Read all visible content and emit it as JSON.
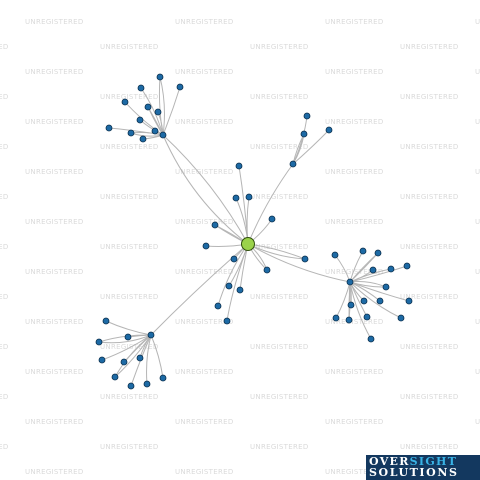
{
  "watermark": {
    "text": "UNREGISTERED"
  },
  "logo": {
    "line1_a": "OVER",
    "line1_b": "SIGHT",
    "line2": "SOLUTIONS"
  },
  "colors": {
    "center_node": "#9ad24a",
    "node": "#1d6aa5",
    "edge": "#b5b5b5",
    "logo_bg": "#13385f",
    "logo_accent": "#39b3e6"
  },
  "graph": {
    "center": "c",
    "nodes": [
      {
        "id": "c",
        "type": "center"
      },
      {
        "id": "A",
        "type": "hub"
      },
      {
        "id": "B",
        "type": "hub"
      },
      {
        "id": "C",
        "type": "hub"
      },
      {
        "id": "D",
        "type": "hub"
      },
      {
        "id": "a1"
      },
      {
        "id": "a2"
      },
      {
        "id": "a3"
      },
      {
        "id": "a4"
      },
      {
        "id": "a5"
      },
      {
        "id": "a6"
      },
      {
        "id": "a7"
      },
      {
        "id": "a8"
      },
      {
        "id": "a9"
      },
      {
        "id": "a10"
      },
      {
        "id": "a11"
      },
      {
        "id": "b1"
      },
      {
        "id": "b2"
      },
      {
        "id": "b3"
      },
      {
        "id": "d1"
      },
      {
        "id": "d2"
      },
      {
        "id": "d3"
      },
      {
        "id": "d4"
      },
      {
        "id": "d5"
      },
      {
        "id": "d6"
      },
      {
        "id": "d7"
      },
      {
        "id": "d8"
      },
      {
        "id": "d9"
      },
      {
        "id": "d10"
      },
      {
        "id": "d11"
      },
      {
        "id": "d12"
      },
      {
        "id": "d13"
      },
      {
        "id": "d14"
      },
      {
        "id": "d15"
      },
      {
        "id": "d16"
      },
      {
        "id": "d17"
      },
      {
        "id": "e1"
      },
      {
        "id": "e2"
      },
      {
        "id": "e3"
      },
      {
        "id": "e4"
      },
      {
        "id": "e5"
      },
      {
        "id": "e6"
      },
      {
        "id": "e7"
      },
      {
        "id": "e8"
      },
      {
        "id": "e9"
      },
      {
        "id": "e10"
      },
      {
        "id": "f1"
      },
      {
        "id": "f2"
      },
      {
        "id": "f3"
      },
      {
        "id": "f4"
      },
      {
        "id": "f5"
      },
      {
        "id": "f6"
      },
      {
        "id": "f7"
      },
      {
        "id": "f8"
      },
      {
        "id": "f9"
      },
      {
        "id": "f10"
      },
      {
        "id": "f11"
      }
    ],
    "edges": [
      [
        "c",
        "A"
      ],
      [
        "c",
        "B"
      ],
      [
        "c",
        "C"
      ],
      [
        "c",
        "D"
      ],
      [
        "c",
        "d1"
      ],
      [
        "c",
        "f1"
      ],
      [
        "c",
        "f2"
      ],
      [
        "c",
        "f3"
      ],
      [
        "c",
        "f4"
      ],
      [
        "c",
        "f5"
      ],
      [
        "c",
        "f6"
      ],
      [
        "c",
        "f7"
      ],
      [
        "c",
        "f8"
      ],
      [
        "c",
        "f9"
      ],
      [
        "c",
        "f10"
      ],
      [
        "c",
        "f11"
      ],
      [
        "A",
        "a1"
      ],
      [
        "A",
        "a2"
      ],
      [
        "A",
        "a3"
      ],
      [
        "A",
        "a4"
      ],
      [
        "A",
        "a5"
      ],
      [
        "A",
        "a6"
      ],
      [
        "A",
        "a7"
      ],
      [
        "A",
        "a8"
      ],
      [
        "A",
        "a9"
      ],
      [
        "A",
        "a10"
      ],
      [
        "A",
        "a11"
      ],
      [
        "B",
        "b1"
      ],
      [
        "B",
        "b2"
      ],
      [
        "B",
        "b3"
      ],
      [
        "D",
        "d2"
      ],
      [
        "D",
        "d3"
      ],
      [
        "D",
        "d4"
      ],
      [
        "D",
        "d5"
      ],
      [
        "D",
        "d6"
      ],
      [
        "D",
        "d7"
      ],
      [
        "D",
        "d8"
      ],
      [
        "D",
        "d9"
      ],
      [
        "D",
        "d10"
      ],
      [
        "D",
        "d11"
      ],
      [
        "D",
        "d12"
      ],
      [
        "D",
        "d13"
      ],
      [
        "D",
        "d14"
      ],
      [
        "D",
        "d15"
      ],
      [
        "D",
        "d16"
      ],
      [
        "D",
        "d17"
      ],
      [
        "C",
        "e1"
      ],
      [
        "C",
        "e2"
      ],
      [
        "C",
        "e3"
      ],
      [
        "C",
        "e4"
      ],
      [
        "C",
        "e5"
      ],
      [
        "C",
        "e6"
      ],
      [
        "C",
        "e7"
      ],
      [
        "C",
        "e8"
      ],
      [
        "C",
        "e9"
      ],
      [
        "C",
        "e10"
      ]
    ]
  }
}
